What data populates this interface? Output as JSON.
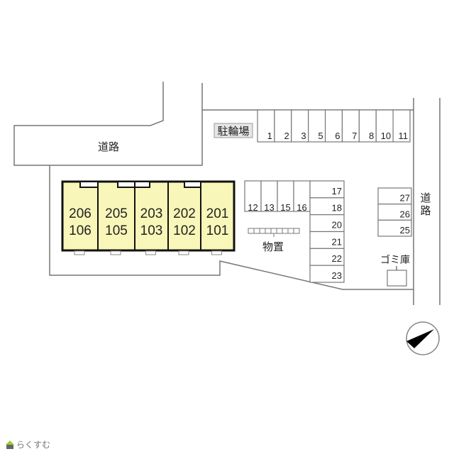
{
  "labels": {
    "road_top": "道路",
    "road_right": [
      "道",
      "路"
    ],
    "bicycle_parking": "駐輪場",
    "storage": "物置",
    "garbage": "ゴミ庫"
  },
  "bicycle_slots": [
    "1",
    "2",
    "3",
    "5",
    "6",
    "7",
    "8",
    "10",
    "11"
  ],
  "parking_row": [
    "12",
    "13",
    "15",
    "16"
  ],
  "parking_column": [
    "17",
    "18",
    "20",
    "21",
    "22",
    "23"
  ],
  "parking_right": [
    "27",
    "26",
    "25"
  ],
  "units": [
    {
      "upper": "206",
      "lower": "106"
    },
    {
      "upper": "205",
      "lower": "105"
    },
    {
      "upper": "203",
      "lower": "103"
    },
    {
      "upper": "202",
      "lower": "102"
    },
    {
      "upper": "201",
      "lower": "101"
    }
  ],
  "colors": {
    "building_fill": "#f8f6b8",
    "line": "#777777"
  },
  "logo": "らくすむ"
}
